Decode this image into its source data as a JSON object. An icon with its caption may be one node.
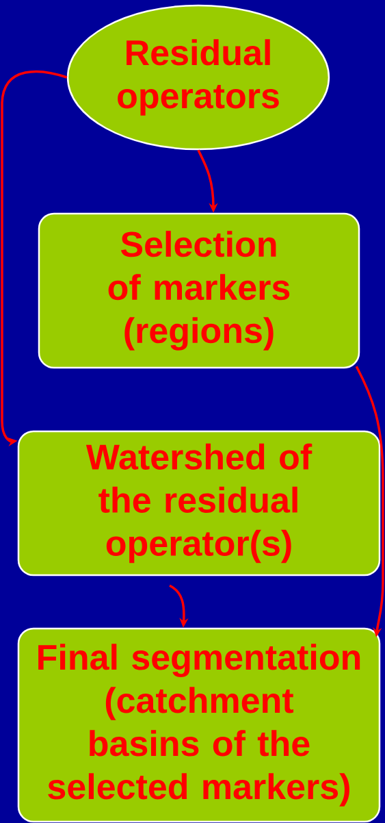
{
  "diagram": {
    "nodes": [
      {
        "text": [
          "Residual operators"
        ]
      },
      {
        "text": [
          "Selection of markers (regions)"
        ]
      },
      {
        "text": [
          "Watershed of the residual operator(s)"
        ]
      },
      {
        "text": [
          "Final segmentation (catchment basins of the selected markers)"
        ]
      }
    ],
    "edges": [
      {
        "from": 0,
        "to": 2,
        "arrow": "to"
      },
      {
        "from": 0,
        "to": 1,
        "arrow": "to"
      },
      {
        "from": 1,
        "to": 3,
        "arrow": "to"
      },
      {
        "from": 2,
        "to": 3,
        "arrow": "to"
      }
    ]
  }
}
